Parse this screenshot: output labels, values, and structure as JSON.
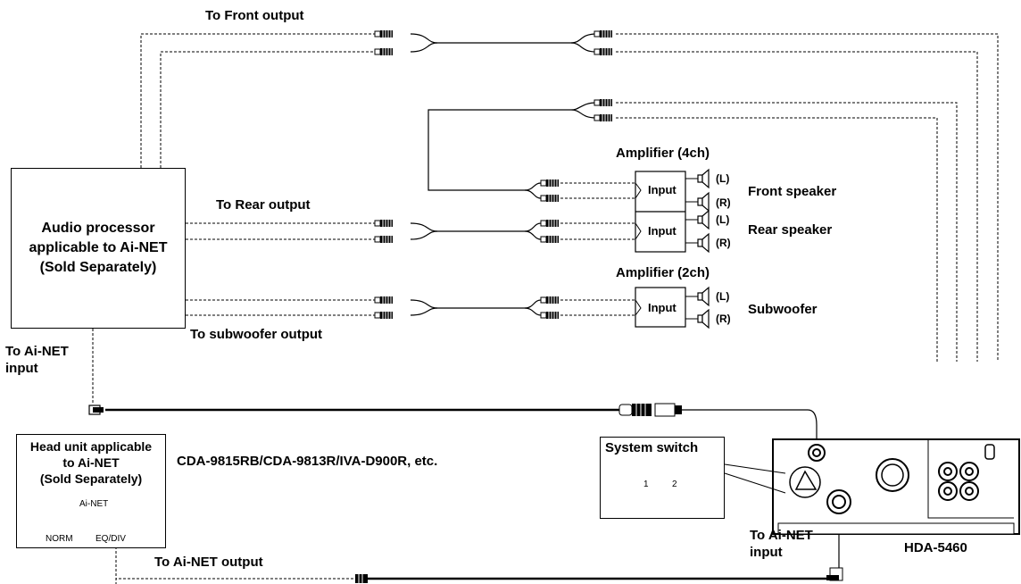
{
  "labels": {
    "to_front_output": "To Front output",
    "to_rear_output": "To Rear output",
    "to_subwoofer_output": "To subwoofer output",
    "amp4_title": "Amplifier (4ch)",
    "amp2_title": "Amplifier (2ch)",
    "front_speaker": "Front speaker",
    "rear_speaker": "Rear speaker",
    "subwoofer": "Subwoofer",
    "amp_input": "Input",
    "ch_left": "(L)",
    "ch_right": "(R)",
    "to_ainet_input_left": "To Ai-NET\ninput",
    "to_ainet_input_right": "To Ai-NET\ninput",
    "to_ainet_output": "To Ai-NET output",
    "model_list": "CDA-9815RB/CDA-9813R/IVA-D900R, etc.",
    "hda_model": "HDA-5460"
  },
  "audio_processor": {
    "text": "Audio processor\napplicable to Ai-NET\n(Sold Separately)"
  },
  "head_unit": {
    "text": "Head unit applicable\nto Ai-NET\n(Sold Separately)",
    "switch_title": "Ai-NET",
    "switch_left": "NORM",
    "switch_right": "EQ/DIV"
  },
  "system_switch": {
    "title": "System switch",
    "pos1": "1",
    "pos2": "2"
  }
}
